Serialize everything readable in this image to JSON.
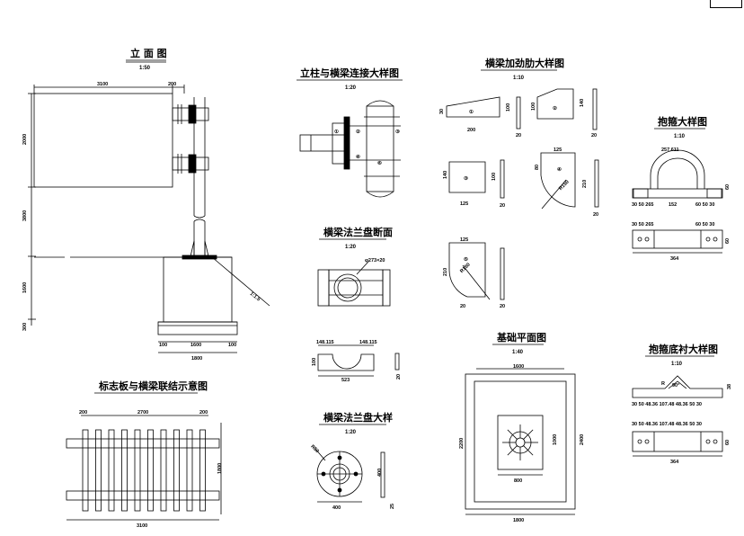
{
  "corner_label": "",
  "titles": {
    "elevation": "立 面 图",
    "column_beam": "立柱与横梁连接大样图",
    "stiffener": "横梁加劲肋大样图",
    "hoop": "抱箍大样图",
    "flange_section": "横梁法兰盘断面",
    "flange_detail": "横梁法兰盘大样",
    "foundation": "基础平面图",
    "hoop_liner": "抱箍底衬大样图",
    "sign_connect": "标志板与横梁联结示意图"
  },
  "scales": {
    "elevation": "1:50",
    "column_beam": "1:20",
    "stiffener": "1:10",
    "hoop": "1:10",
    "flange_section": "1:20",
    "flange_detail": "1:20",
    "foundation": "1:40",
    "hoop_liner": "1:10"
  },
  "dims": {
    "elev_top1": "3100",
    "elev_top2": "200",
    "elev_v1": "2000",
    "elev_v2": "3800",
    "elev_v3": "1600",
    "elev_v4": "300",
    "elev_b1": "100",
    "elev_b2": "1600",
    "elev_b3": "100",
    "elev_b4": "1800",
    "slope": "1:1.5",
    "st1_w": "200",
    "st1_h": "30",
    "st1_r": "100",
    "st1_t": "20",
    "st2_h": "100",
    "st2_r": "140",
    "st2_t": "20",
    "st3_h": "140",
    "st3_w": "125",
    "st3_r": "100",
    "st3_t": "20",
    "st4_w": "125",
    "st4_h": "80",
    "st4_r": "210",
    "st4_t": "20",
    "st4_rad": "R150",
    "st5_w": "125",
    "st5_h": "210",
    "st5_r": "20",
    "st5_t": "20",
    "st5_rad": "R150",
    "hoop_r": "257.611",
    "hoop_h": "60",
    "hoop_b": "30 50 265",
    "hoop_m": "152",
    "hoop_b2": "60 50 30",
    "hoop_t": "30 50 265",
    "hoop_t2": "60 50 30",
    "hoop_h2": "60",
    "hoop_tot": "364",
    "fs_d": "φ273×20",
    "fs_l": "148.115",
    "fs_r": "148.115",
    "fs_w": "523",
    "fs_h": "100",
    "fs_t": "20",
    "fd_w": "400",
    "fd_h": "400",
    "fd_t": "25",
    "fd_r": "R50",
    "fo_top": "1600",
    "fo_v1": "2200",
    "fo_v2": "1000",
    "fo_v3": "2400",
    "fo_w": "800",
    "fo_bot": "1800",
    "li_h": "38",
    "li_a": "90°",
    "li_r": "R",
    "li_dims": "30 50 48.36 107.48 48.36 50 30",
    "li_dims2": "30 50 48.36 107.48 48.36 50 30",
    "li_h2": "60",
    "li_tot": "364",
    "sc_t1": "200",
    "sc_t2": "2700",
    "sc_t3": "200",
    "sc_v": "1800",
    "sc_b": "3100"
  },
  "markers": [
    "①",
    "②",
    "③",
    "④",
    "⑤",
    "⑥"
  ]
}
